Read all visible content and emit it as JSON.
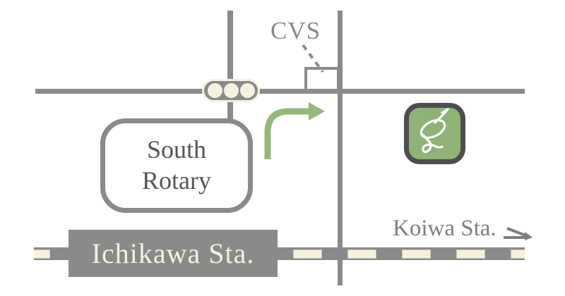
{
  "map": {
    "cvs_label": "CVS",
    "rotary": {
      "line1": "South",
      "line2": "Rotary"
    },
    "stations": {
      "ichikawa": "Ichikawa Sta.",
      "koiwa": "Koiwa Sta."
    },
    "logo_glyph": "g",
    "traffic_light": {
      "lights": 3
    },
    "colors": {
      "road": "#8a8a8a",
      "cream": "#f5f1df",
      "arrow_green": "#95b77b",
      "logo_green": "#8fb377",
      "logo_border": "#4d4d4d",
      "text_dark": "#565656",
      "text_gray": "#7e7e7e",
      "logo_glyph_color": "#ffffff"
    }
  }
}
